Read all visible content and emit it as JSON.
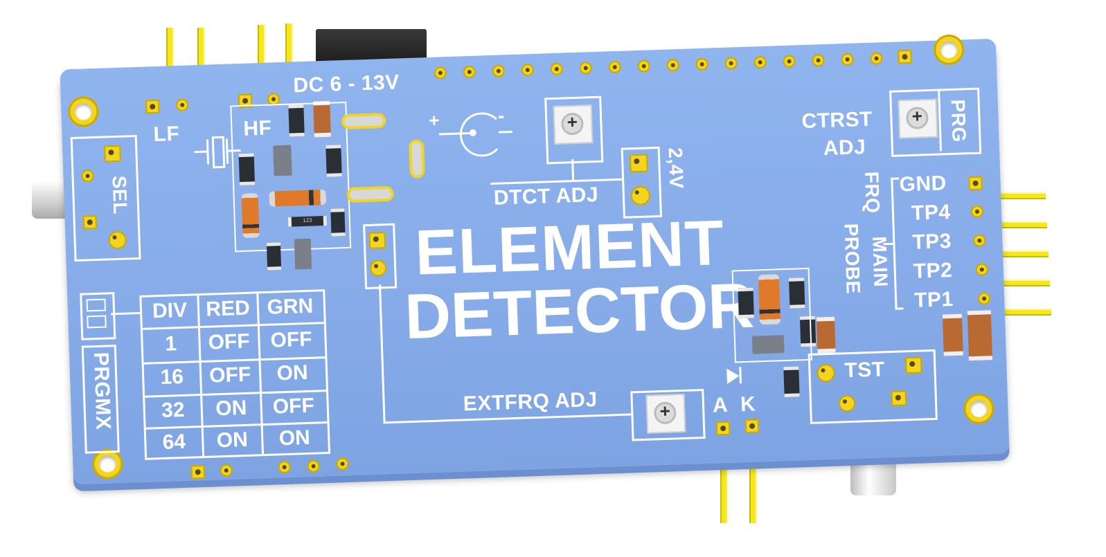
{
  "labels": {
    "lf": "LF",
    "hf": "HF",
    "dc": "DC 6 - 13V",
    "sel": "SEL",
    "plus": "+",
    "minus": "-",
    "dtct_adj": "DTCT ADJ",
    "v24": "2,4V",
    "ctrst": "CTRST",
    "adj": "ADJ",
    "prg": "PRG",
    "frq": "FRQ",
    "probe": "PROBE",
    "main": "MAIN",
    "gnd": "GND",
    "tp4": "TP4",
    "tp3": "TP3",
    "tp2": "TP2",
    "tp1": "TP1",
    "title1": "ELEMENT",
    "title2": "DETECTOR",
    "prgmx": "PRGMX",
    "extfrq_adj": "EXTFRQ ADJ",
    "a": "A",
    "k": "K",
    "tst": "TST",
    "res_code": "123"
  },
  "table": {
    "header": [
      "DIV",
      "RED",
      "GRN"
    ],
    "rows": [
      [
        "1",
        "OFF",
        "OFF"
      ],
      [
        "16",
        "OFF",
        "ON"
      ],
      [
        "32",
        "ON",
        "OFF"
      ],
      [
        "64",
        "ON",
        "ON"
      ]
    ]
  },
  "colors": {
    "board": "#8fb4ee",
    "silkscreen": "#ffffff",
    "pad": "#f2d421"
  }
}
